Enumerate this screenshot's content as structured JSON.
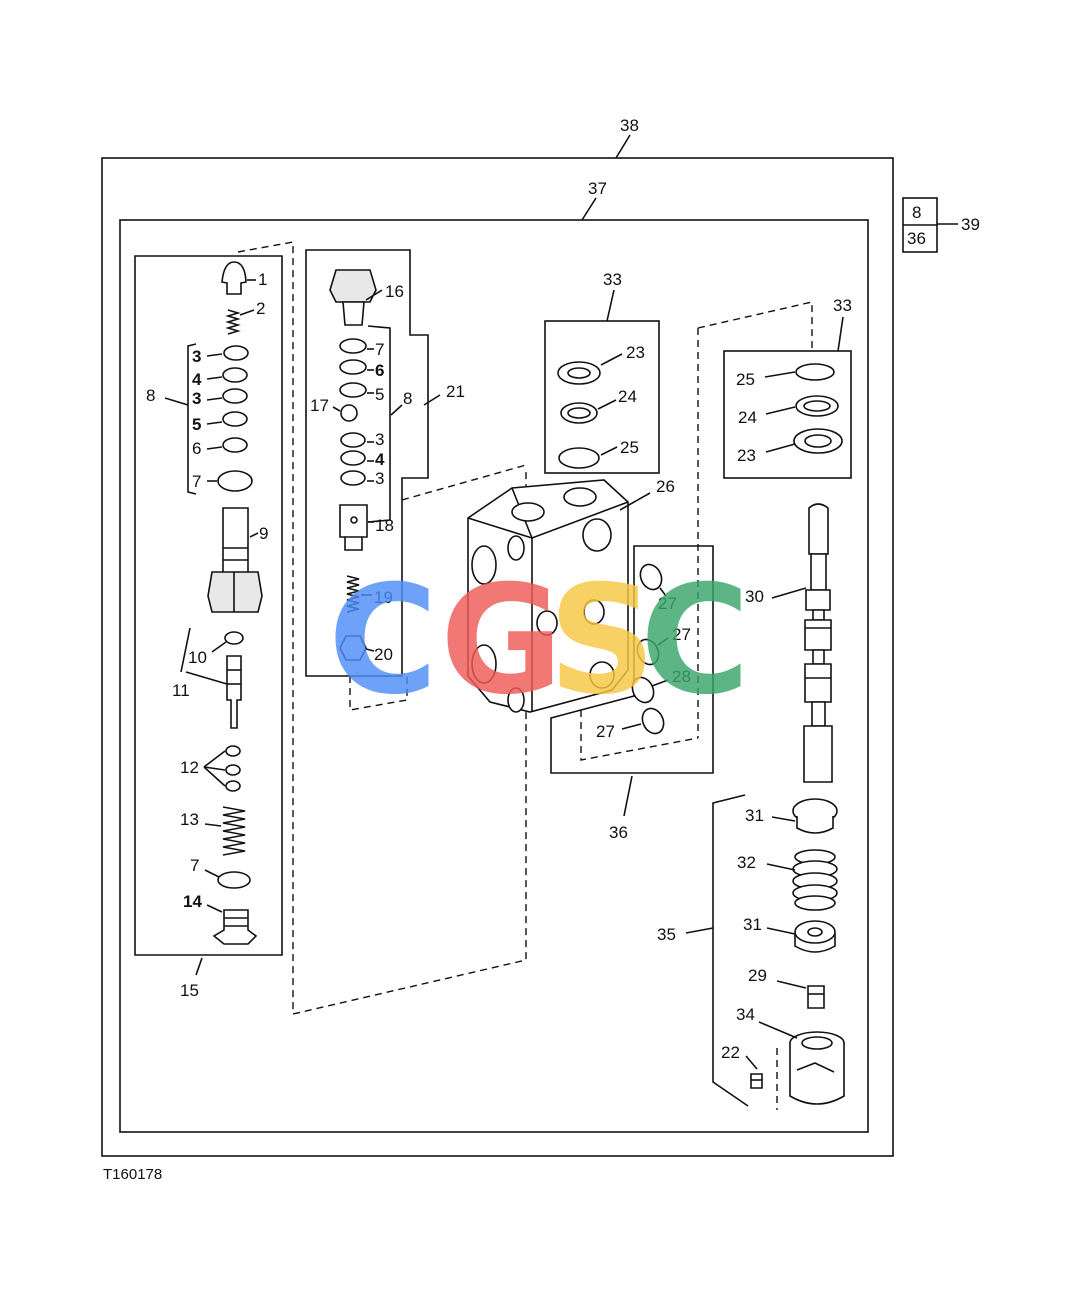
{
  "figure_id": "T160178",
  "reference_box": {
    "top": "8",
    "bottom": "36",
    "callout": "39"
  },
  "watermark": {
    "letters": [
      "C",
      "G",
      "S",
      "C"
    ],
    "colors": [
      "#4f8ef7",
      "#ef5b57",
      "#f7c843",
      "#3aa66b"
    ]
  },
  "callouts": {
    "n1": "1",
    "n2": "2",
    "n3a": "3",
    "n4a": "4",
    "n3b": "3",
    "n5a": "5",
    "n6a": "6",
    "n7a": "7",
    "n8a": "8",
    "n9": "9",
    "n10": "10",
    "n11": "11",
    "n12": "12",
    "n13": "13",
    "n7b": "7",
    "n14": "14",
    "n15": "15",
    "n16": "16",
    "n7c": "7",
    "n6b": "6",
    "n5b": "5",
    "n17": "17",
    "n8b": "8",
    "n21": "21",
    "n3c": "3",
    "n4b": "4",
    "n3d": "3",
    "n18": "18",
    "n19": "19",
    "n20": "20",
    "n33a": "33",
    "n23a": "23",
    "n24a": "24",
    "n25a": "25",
    "n33b": "33",
    "n25b": "25",
    "n24b": "24",
    "n23b": "23",
    "n26": "26",
    "n27a": "27",
    "n27b": "27",
    "n28": "28",
    "n27c": "27",
    "n36": "36",
    "n30": "30",
    "n31a": "31",
    "n32": "32",
    "n31b": "31",
    "n35": "35",
    "n29": "29",
    "n34": "34",
    "n22": "22",
    "n37": "37",
    "n38": "38"
  }
}
